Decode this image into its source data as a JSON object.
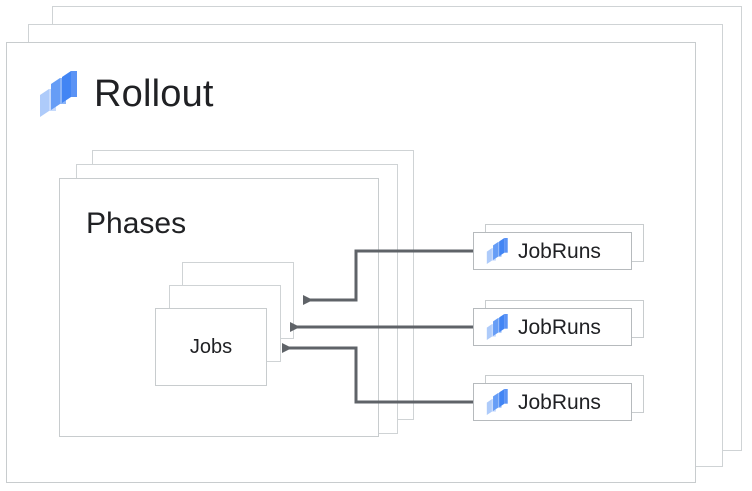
{
  "diagram": {
    "type": "nested-entity-relationship",
    "root": {
      "title": "Rollout",
      "icon": "rollout-brand-icon",
      "stack_count": 3
    },
    "phases": {
      "title": "Phases",
      "stack_count": 3
    },
    "jobs": {
      "title": "Jobs",
      "stack_count": 3
    },
    "jobruns": [
      {
        "label": "JobRuns",
        "icon": "rollout-brand-icon",
        "stack_count": 2
      },
      {
        "label": "JobRuns",
        "icon": "rollout-brand-icon",
        "stack_count": 2
      },
      {
        "label": "JobRuns",
        "icon": "rollout-brand-icon",
        "stack_count": 2
      }
    ],
    "connectors": [
      {
        "from": "jobruns-1",
        "to": "jobs-card-3",
        "direction": "right-to-left",
        "arrowhead": "filled-triangle"
      },
      {
        "from": "jobruns-2",
        "to": "jobs-card-2",
        "direction": "right-to-left",
        "arrowhead": "filled-triangle"
      },
      {
        "from": "jobruns-3",
        "to": "jobs-card-1",
        "direction": "right-to-left",
        "arrowhead": "filled-triangle"
      }
    ]
  },
  "colors": {
    "card_border": "#c8ccce",
    "card_border_strong": "#b6babd",
    "background": "#ffffff",
    "text": "#202124",
    "connector": "#5f6368",
    "brand_blue_dark": "#4285f4",
    "brand_blue_mid": "#669df6",
    "brand_blue_light": "#aecbfa"
  }
}
